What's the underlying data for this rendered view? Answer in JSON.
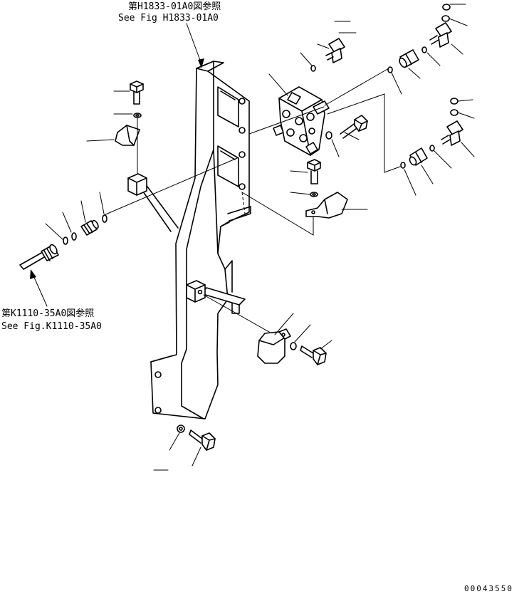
{
  "references": {
    "top_jp": "第H1833-01A0図参照",
    "top_en": "See Fig H1833-01A0",
    "left_jp": "第K1110-35A0図参照",
    "left_en": "See Fig.K1110-35A0"
  },
  "drawing_code": "00043550"
}
